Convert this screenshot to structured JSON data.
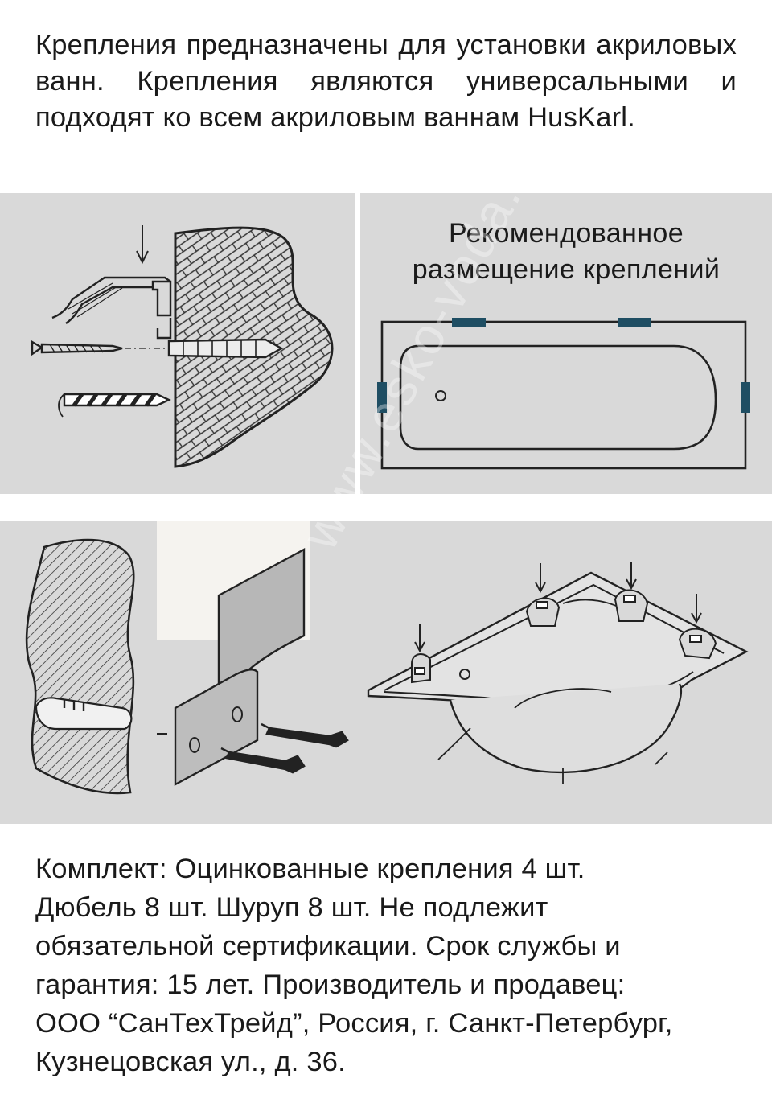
{
  "intro_text": "Крепления предназначены для установки акриловых ванн. Крепления являются универсальными и подходят ко всем акриловым ваннам HusKarl.",
  "recommended_title": [
    "Рекомендованное",
    "размещение креплений"
  ],
  "footer_lines": [
    "Комплект: Оцинкованные крепления 4 шт.",
    "Дюбель 8 шт. Шуруп 8 шт. Не подлежит",
    "обязательной сертификации. Срок службы и",
    "гарантия: 15 лет. Производитель и продавец:",
    "ООО “СанТехТрейд”, Россия, г. Санкт-Петербург,",
    "Кузнецовская ул., д. 36."
  ],
  "watermark": "www.esko-voda.ru",
  "colors": {
    "panel_bg": "#d9d9d9",
    "bracket_marker": "#1f4e63",
    "line": "#222222"
  }
}
